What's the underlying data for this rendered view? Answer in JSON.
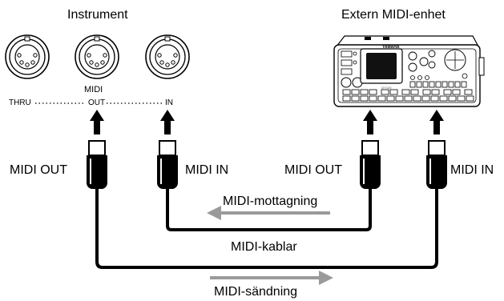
{
  "instrument": {
    "title": "Instrument",
    "midi_heading": "MIDI",
    "ports": {
      "thru": "THRU",
      "out": "OUT",
      "in": "IN"
    }
  },
  "device": {
    "title": "Extern MIDI-enhet",
    "logo": "YAMAHA"
  },
  "cables": {
    "midi_out_left": "MIDI OUT",
    "midi_in_left": "MIDI IN",
    "midi_out_right": "MIDI OUT",
    "midi_in_right": "MIDI IN",
    "cables_label": "MIDI-kablar"
  },
  "flows": {
    "receive_label": "MIDI-mottagning",
    "transmit_label": "MIDI-sändning",
    "arrow_color": "#9a9a9a"
  }
}
